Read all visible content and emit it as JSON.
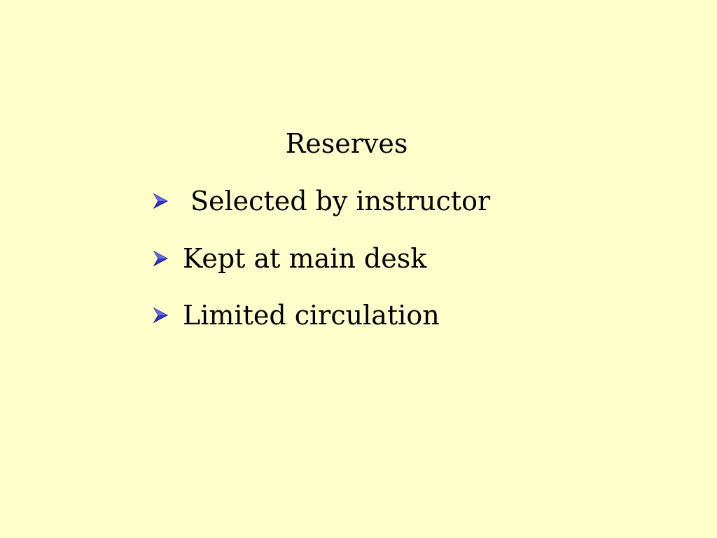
{
  "slide": {
    "title": "Reserves",
    "bullets": [
      {
        "text": "Selected by instructor"
      },
      {
        "text": "Kept at main desk"
      },
      {
        "text": "Limited circulation"
      }
    ]
  },
  "colors": {
    "background": "#ffffcc",
    "text": "#000000",
    "bullet_arrow": "#3333cc"
  },
  "icons": {
    "bullet": "arrowhead-bullet-icon"
  }
}
